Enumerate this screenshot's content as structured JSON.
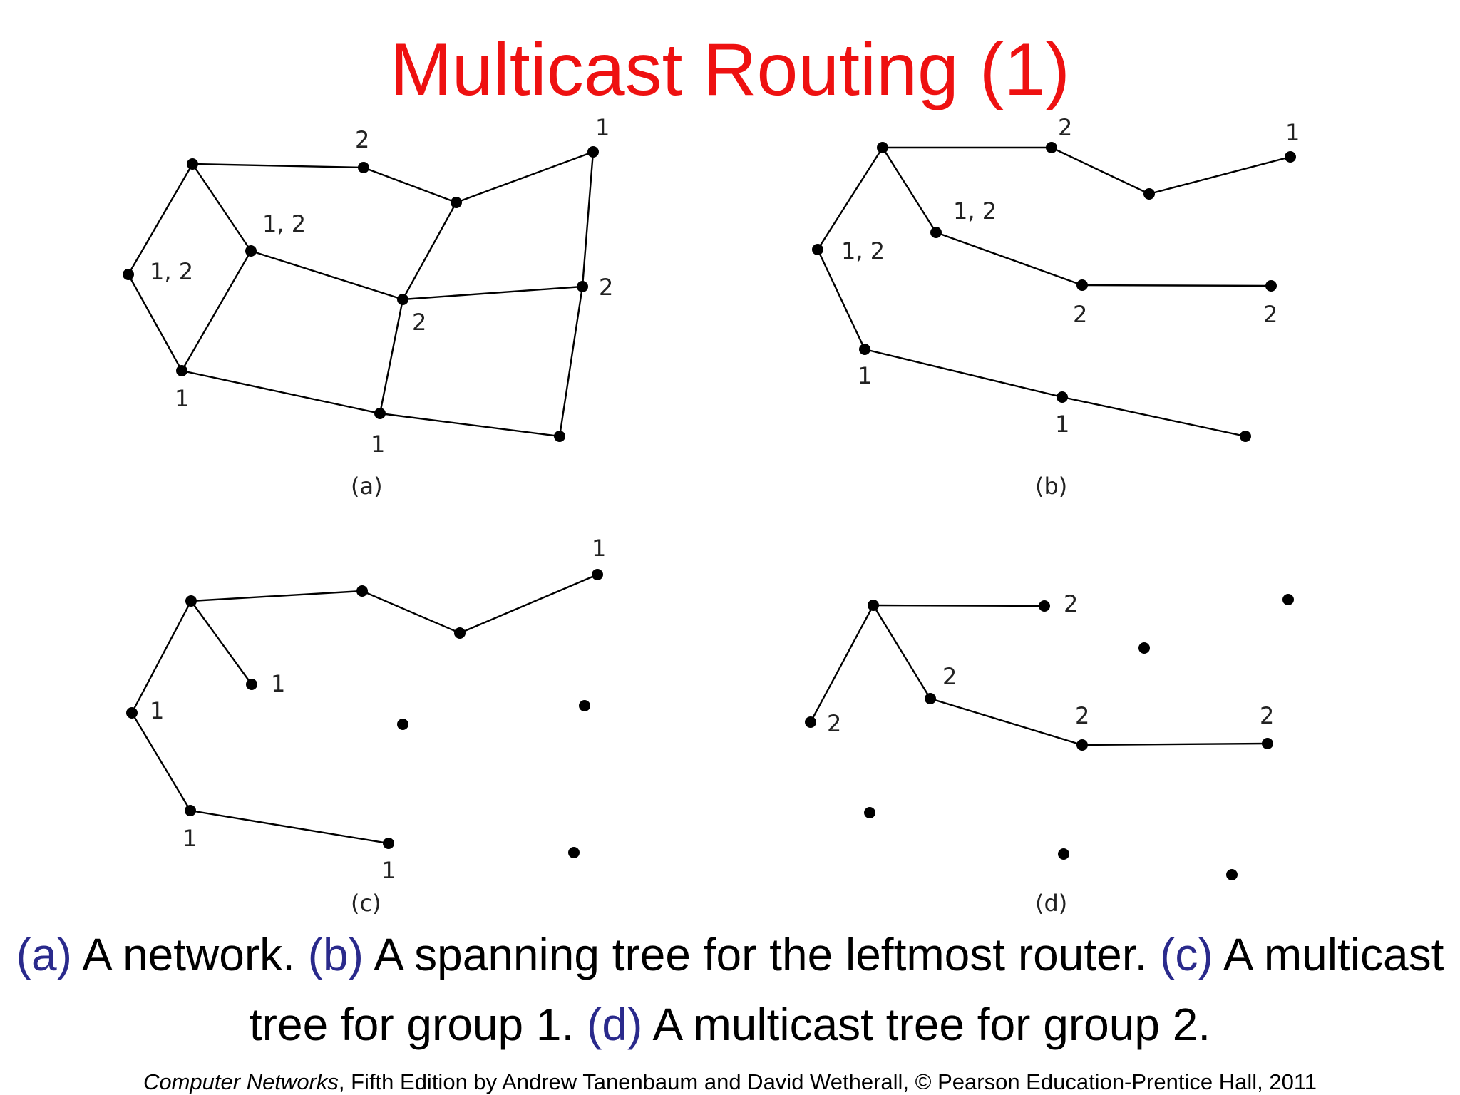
{
  "title": "Multicast Routing (1)",
  "diagrams": [
    {
      "caption": "(a)",
      "labels": [
        "2",
        "1",
        "1, 2",
        "1, 2",
        "2",
        "2",
        "1",
        "1"
      ]
    },
    {
      "caption": "(b)",
      "labels": [
        "2",
        "1",
        "1, 2",
        "1, 2",
        "2",
        "2",
        "1",
        "1"
      ]
    },
    {
      "caption": "(c)",
      "labels": [
        "1",
        "1",
        "1",
        "1",
        "1"
      ]
    },
    {
      "caption": "(d)",
      "labels": [
        "2",
        "2",
        "2",
        "2",
        "2"
      ]
    }
  ],
  "caption": {
    "a_tag": "(a)",
    "a_text": " A network. ",
    "b_tag": "(b)",
    "b_text": " A spanning tree for the leftmost router. ",
    "c_tag": "(c)",
    "c_text": " A multicast tree for group 1. ",
    "d_tag": "(d)",
    "d_text": " A multicast tree for group 2."
  },
  "footer": {
    "book": "Computer Networks",
    "rest": ", Fifth Edition by Andrew Tanenbaum and David Wetherall, © Pearson Education-Prentice Hall, 2011"
  }
}
